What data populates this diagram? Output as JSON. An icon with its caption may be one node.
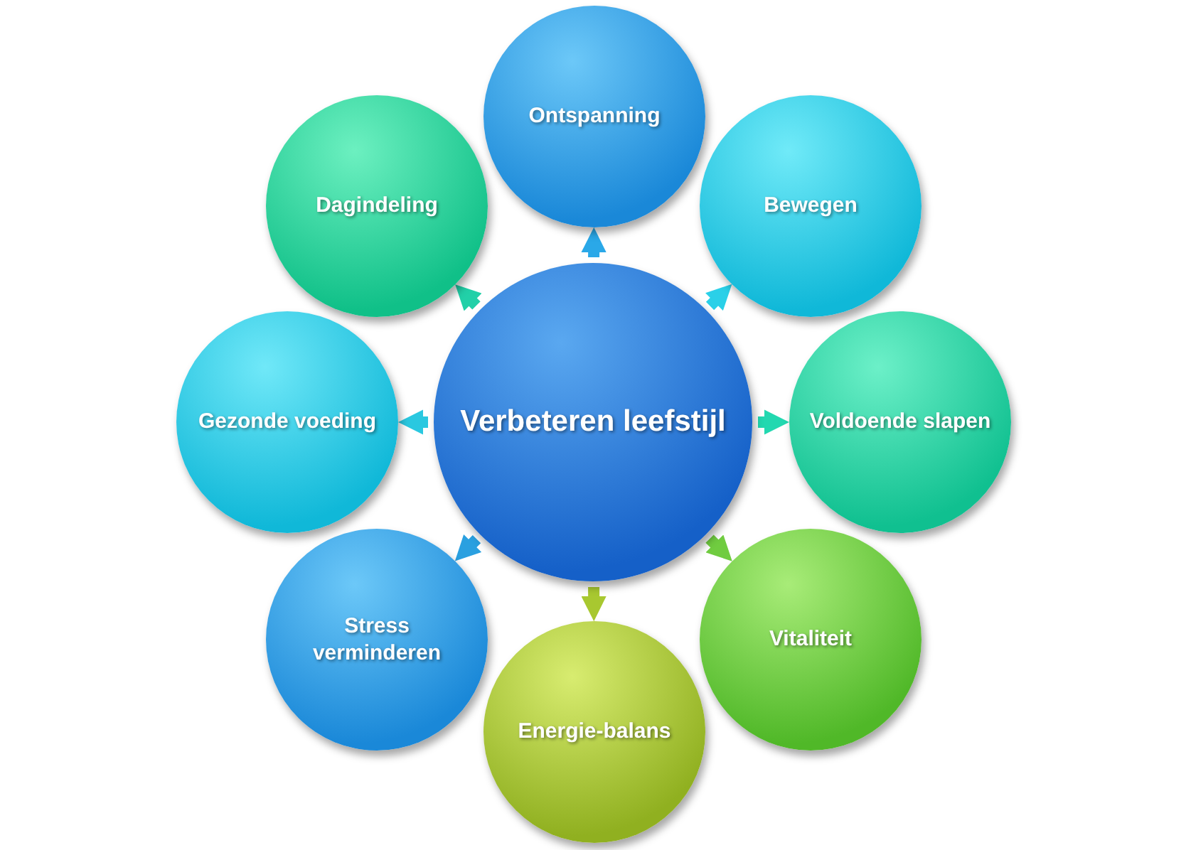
{
  "diagram": {
    "nodes": [
      {
        "text": [
          "Verbeteren leefstijl"
        ]
      },
      {
        "text": [
          "Ontspanning"
        ]
      },
      {
        "text": [
          "Bewegen"
        ]
      },
      {
        "text": [
          "Voldoende slapen"
        ]
      },
      {
        "text": [
          "Vitaliteit"
        ]
      },
      {
        "text": [
          "Energie-balans"
        ]
      },
      {
        "text": [
          "Stress verminderen"
        ]
      },
      {
        "text": [
          "Gezonde voeding"
        ]
      },
      {
        "text": [
          "Dagindeling"
        ]
      }
    ],
    "edges": [
      {
        "from": 0,
        "to": 1,
        "arrow": "to",
        "color": "#2aa8e8"
      },
      {
        "from": 0,
        "to": 2,
        "arrow": "to",
        "color": "#2ad0e8"
      },
      {
        "from": 0,
        "to": 3,
        "arrow": "to",
        "color": "#22d8b0"
      },
      {
        "from": 0,
        "to": 4,
        "arrow": "to",
        "color": "#70cc40"
      },
      {
        "from": 0,
        "to": 5,
        "arrow": "to",
        "color": "#a8c830"
      },
      {
        "from": 0,
        "to": 6,
        "arrow": "to",
        "color": "#2aa0e0"
      },
      {
        "from": 0,
        "to": 7,
        "arrow": "to",
        "color": "#2ac8e0"
      },
      {
        "from": 0,
        "to": 8,
        "arrow": "to",
        "color": "#22d0a8"
      }
    ]
  }
}
